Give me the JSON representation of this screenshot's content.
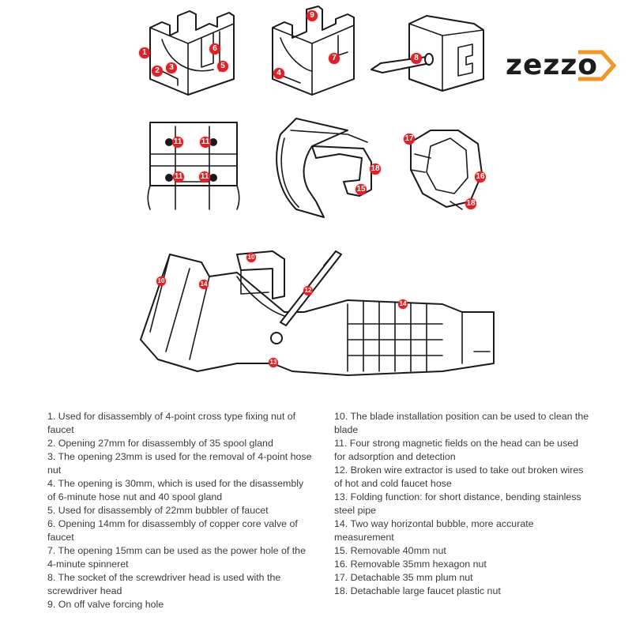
{
  "brand": {
    "logo_text": "zezzo",
    "logo_color": "#1c1c1c",
    "accent_color": "#f0962a"
  },
  "badge_color": "#d8232a",
  "diagram": {
    "panels": [
      {
        "name": "square-socket-a",
        "labels": [
          "1",
          "2",
          "3",
          "6",
          "5"
        ]
      },
      {
        "name": "square-socket-b",
        "labels": [
          "9",
          "4",
          "7"
        ]
      },
      {
        "name": "screwdriver-socket",
        "labels": [
          "8"
        ]
      },
      {
        "name": "magnetic-head",
        "labels": [
          "11",
          "11",
          "11",
          "11"
        ]
      },
      {
        "name": "round-nut-adapter",
        "labels": [
          "18",
          "15"
        ]
      },
      {
        "name": "hex-nut-adapter",
        "labels": [
          "17",
          "16",
          "18"
        ]
      },
      {
        "name": "main-tool-body",
        "labels": [
          "10",
          "10",
          "14",
          "12",
          "14",
          "13"
        ]
      }
    ]
  },
  "descriptions": {
    "left": [
      "1. Used for disassembly of 4-point cross type fixing nut of faucet",
      "2. Opening 27mm for disassembly of 35 spool gland",
      "3. The opening 23mm is used for the removal of 4-point hose nut",
      "4. The opening is 30mm, which is used for the disassembly of 6-minute hose nut and 40 spool gland",
      "5. Used for disassembly of 22mm bubbler of faucet",
      "6. Opening 14mm for disassembly of copper core valve of faucet",
      "7. The opening 15mm can be used as the power hole of the 4-minute spinneret",
      "8. The socket of the screwdriver head is used with the screwdriver head",
      "9. On off valve forcing hole"
    ],
    "right": [
      "10. The blade installation position can be used to clean the blade",
      "11. Four strong magnetic fields on the head can be used for adsorption and detection",
      "12. Broken wire extractor is used to take out broken wires of hot and cold faucet hose",
      "13. Folding function: for short distance, bending stainless steel pipe",
      "14. Two way horizontal bubble, more accurate measurement",
      "15. Removable 40mm nut",
      "16. Removable 35mm hexagon nut",
      "17. Detachable 35 mm plum nut",
      "18. Detachable large faucet plastic nut"
    ]
  }
}
